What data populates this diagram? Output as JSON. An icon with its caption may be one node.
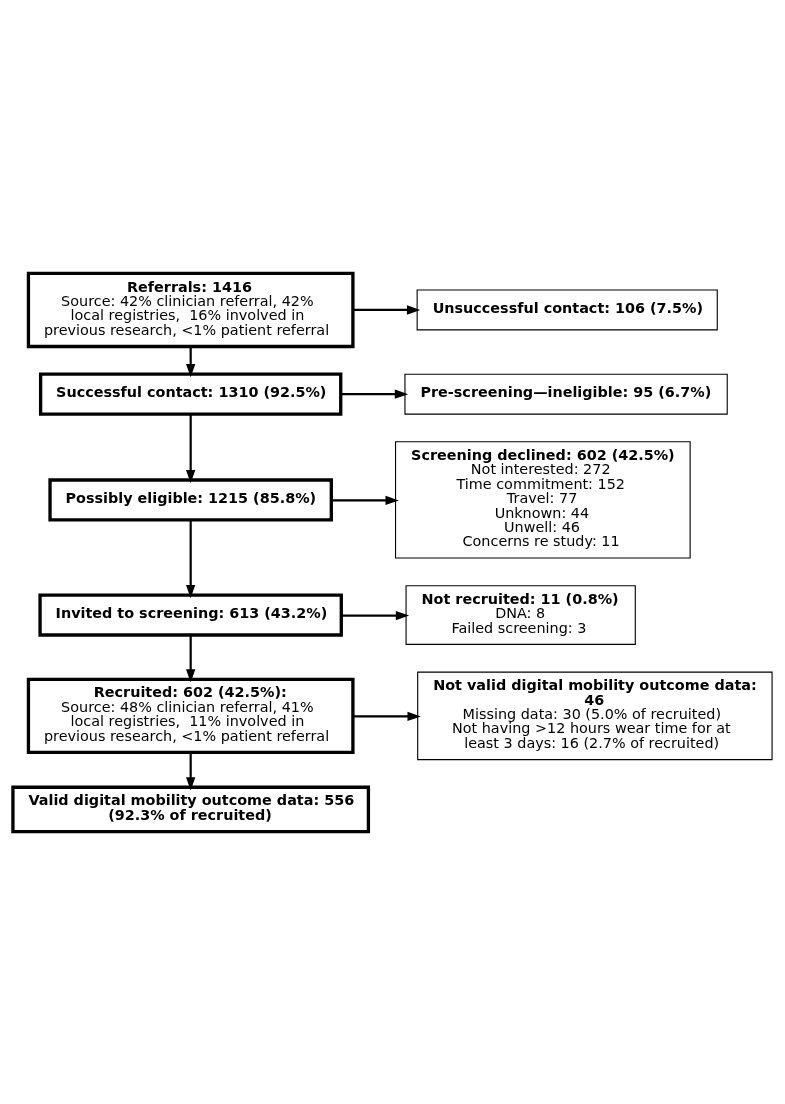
{
  "diagram": {
    "nodes": [
      {
        "text": [
          "Referrals: 1416",
          "Source: 42% clinician referral, 42% local registries,  16% involved in previous research, <1% patient referral"
        ]
      },
      {
        "text": [
          "Unsuccessful contact: 106 (7.5%)"
        ]
      },
      {
        "text": [
          "Successful contact: 1310 (92.5%)"
        ]
      },
      {
        "text": [
          "Pre-screening—ineligible: 95 (6.7%)"
        ]
      },
      {
        "text": [
          "Possibly eligible: 1215 (85.8%)"
        ]
      },
      {
        "text": [
          "Screening declined: 602 (42.5%)",
          "Not interested: 272",
          "Time commitment: 152",
          "Travel: 77",
          "Unknown: 44",
          "Unwell: 46",
          "Concerns re study: 11"
        ]
      },
      {
        "text": [
          "Invited to screening: 613 (43.2%)"
        ]
      },
      {
        "text": [
          "Not recruited: 11 (0.8%)",
          "DNA: 8",
          "Failed screening: 3"
        ]
      },
      {
        "text": [
          "Recruited: 602 (42.5%):",
          "Source: 48% clinician referral, 41% local registries,  11% involved in previous research, <1% patient referral"
        ]
      },
      {
        "text": [
          "Not valid digital mobility outcome data: 46",
          "Missing data: 30 (5.0% of recruited)",
          "Not having >12 hours wear time for at least 3 days: 16 (2.7% of recruited)"
        ]
      },
      {
        "text": [
          "Valid digital mobility outcome data: 556 (92.3% of recruited)"
        ]
      }
    ],
    "edges": [
      {
        "from": 0,
        "to": 1,
        "arrow": "to"
      },
      {
        "from": 0,
        "to": 2,
        "arrow": "to"
      },
      {
        "from": 2,
        "to": 3,
        "arrow": "to"
      },
      {
        "from": 2,
        "to": 4,
        "arrow": "to"
      },
      {
        "from": 4,
        "to": 5,
        "arrow": "to"
      },
      {
        "from": 4,
        "to": 6,
        "arrow": "to"
      },
      {
        "from": 6,
        "to": 7,
        "arrow": "to"
      },
      {
        "from": 6,
        "to": 8,
        "arrow": "to"
      },
      {
        "from": 8,
        "to": 9,
        "arrow": "to"
      },
      {
        "from": 8,
        "to": 10,
        "arrow": "to"
      }
    ]
  }
}
